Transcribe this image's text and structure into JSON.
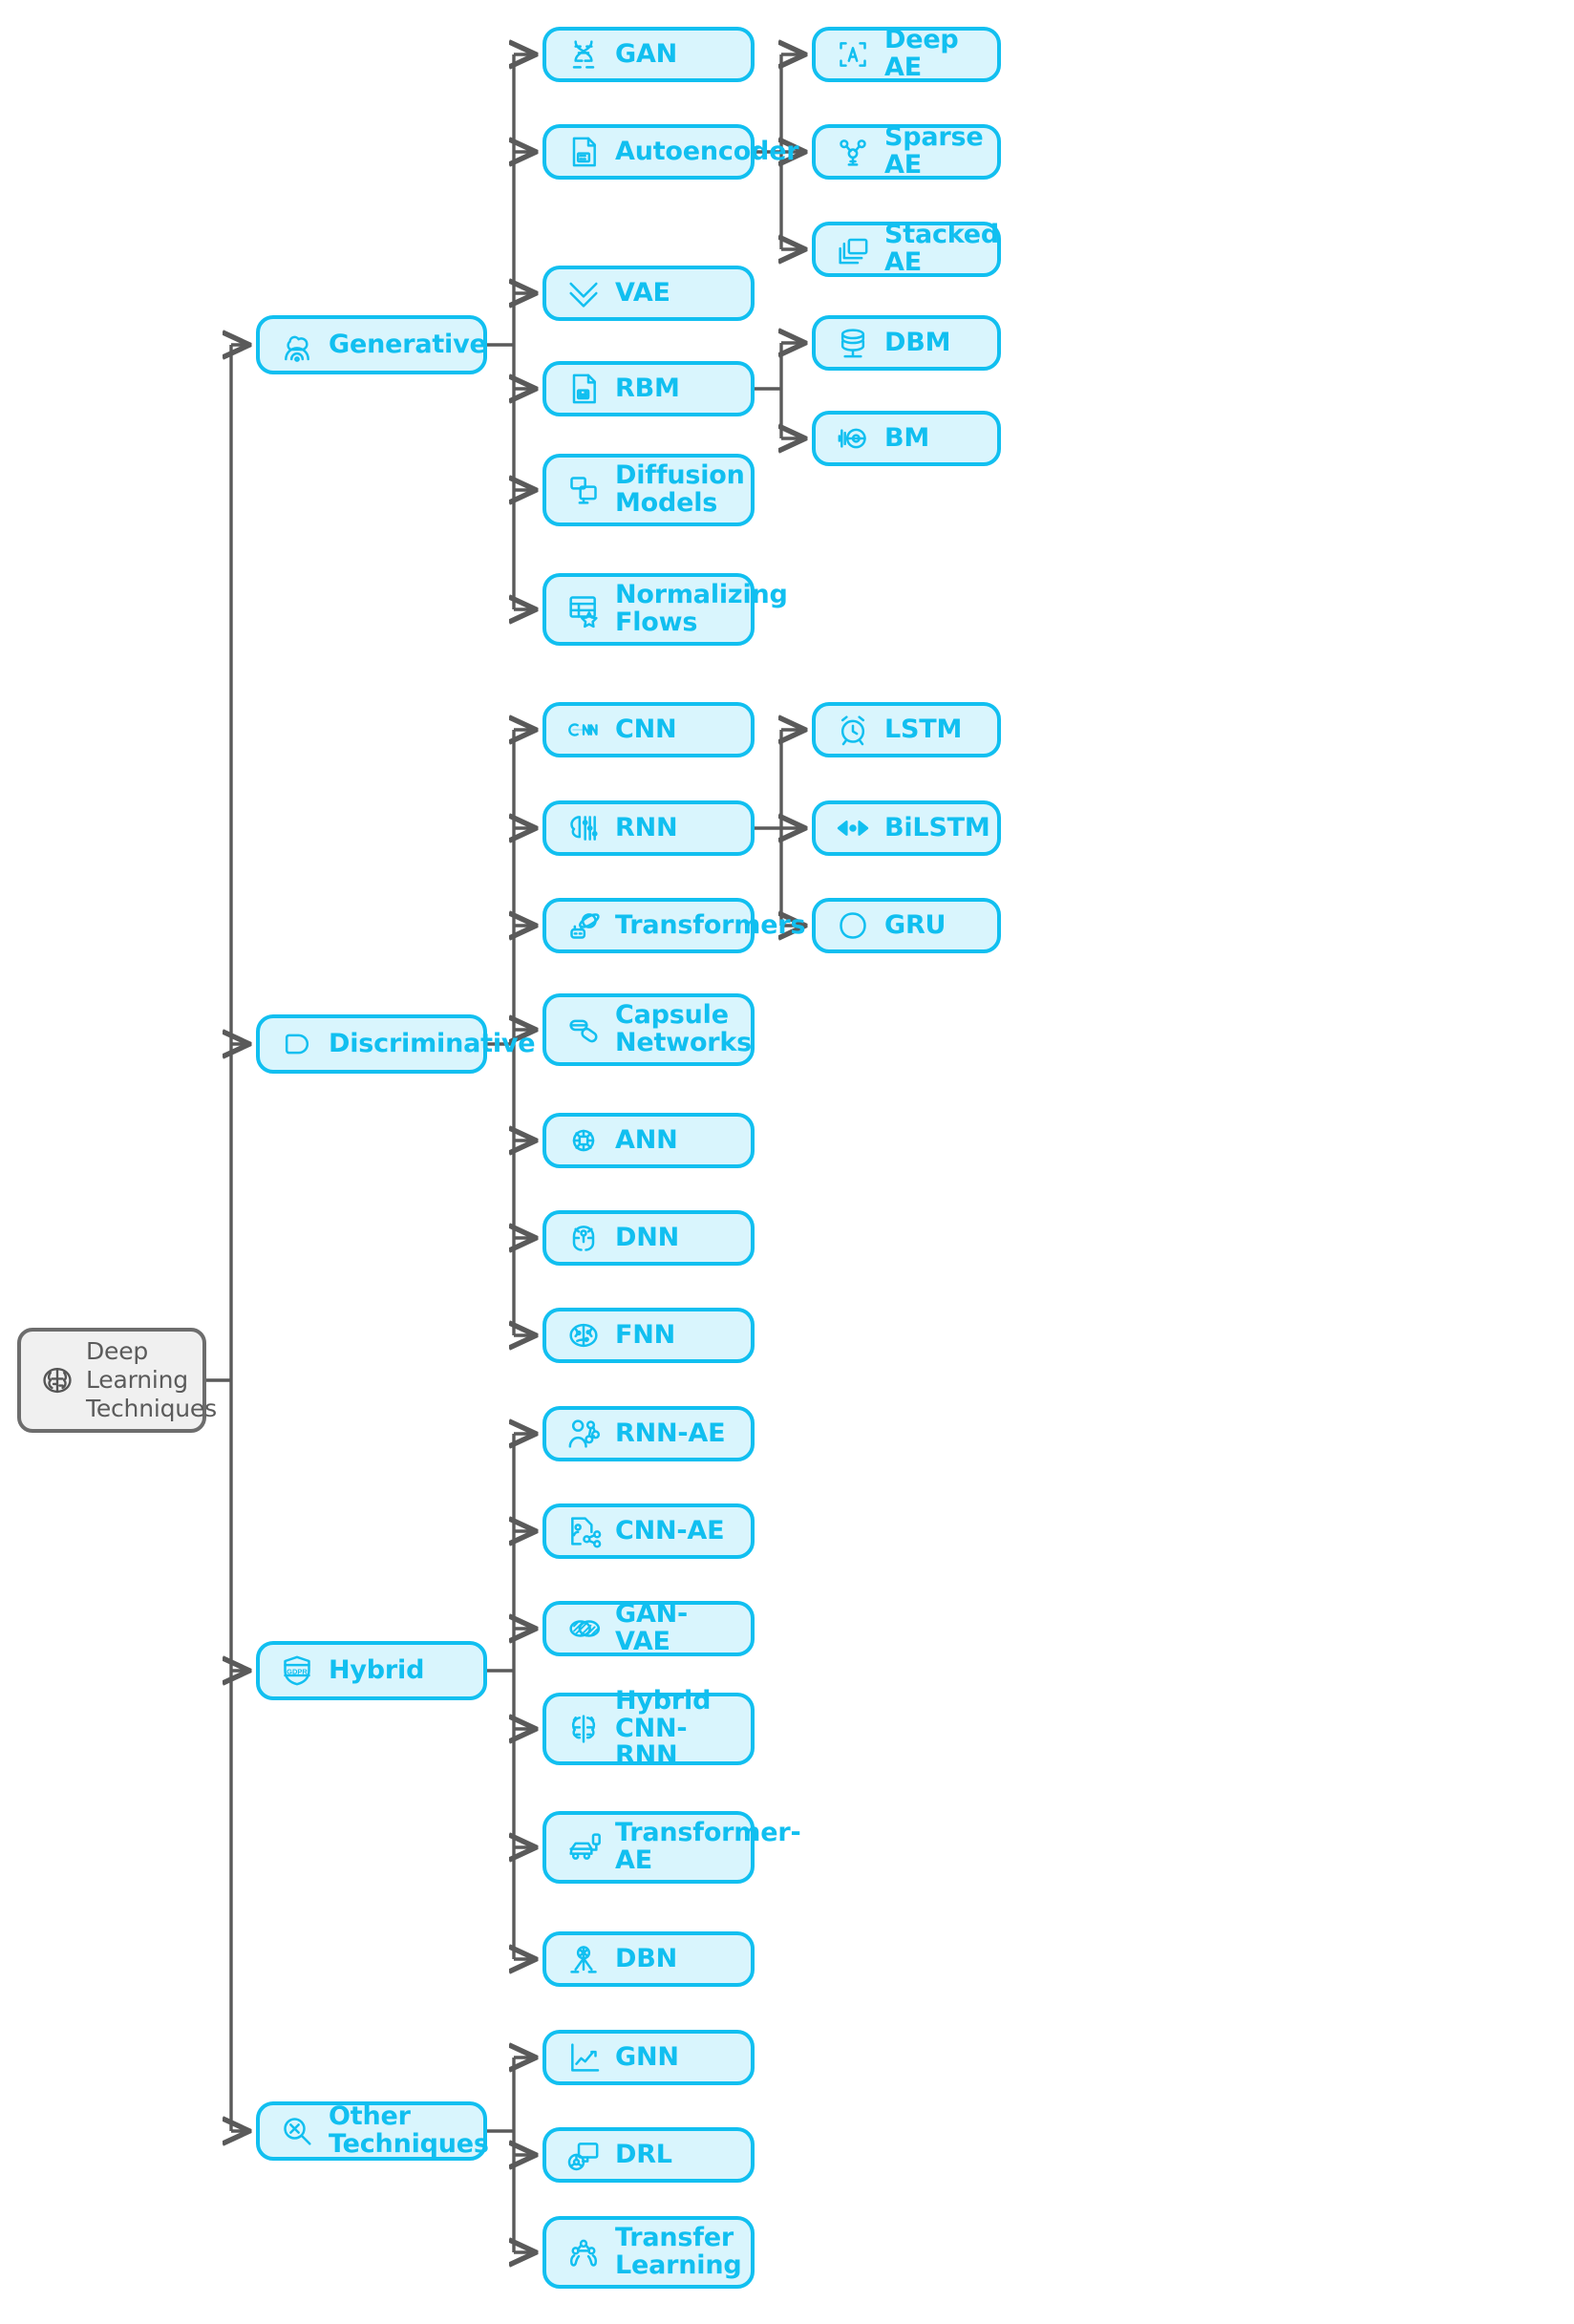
{
  "theme": {
    "accent": "#11bff0",
    "node_fill": "#d9f5fd",
    "root_border": "#6d6d6d",
    "root_fill": "#f0f0f0",
    "root_text": "#5b5b5b",
    "link_color": "#5a5a5a",
    "background": "#ffffff"
  },
  "diagram": {
    "type": "tree",
    "orientation": "left-to-right",
    "root": {
      "id": "root",
      "label": "Deep\nLearning\nTechniques",
      "icon": "brain-icon"
    },
    "branches": [
      {
        "id": "generative",
        "label": "Generative",
        "icon": "cloud-network-icon",
        "children": [
          {
            "id": "gan",
            "label": "GAN",
            "icon": "dna-helix-icon",
            "children": []
          },
          {
            "id": "autoencoder",
            "label": "Autoencoder",
            "icon": "zip-file-icon",
            "children": [
              {
                "id": "deep-ae",
                "label": "Deep AE",
                "icon": "scan-letter-a-icon"
              },
              {
                "id": "sparse-ae",
                "label": "Sparse AE",
                "icon": "sparse-network-icon"
              },
              {
                "id": "stacked-ae",
                "label": "Stacked AE",
                "icon": "stacked-layers-icon"
              }
            ]
          },
          {
            "id": "vae",
            "label": "VAE",
            "icon": "double-chevron-down-icon",
            "children": []
          },
          {
            "id": "rbm",
            "label": "RBM",
            "icon": "rb-file-icon",
            "children": [
              {
                "id": "dbm",
                "label": "DBM",
                "icon": "database-stack-icon"
              },
              {
                "id": "bm",
                "label": "BM",
                "icon": "eye-circuit-icon"
              }
            ]
          },
          {
            "id": "diffusion-models",
            "label": "Diffusion\nModels",
            "icon": "overlapping-screens-icon",
            "children": []
          },
          {
            "id": "normalizing-flows",
            "label": "Normalizing\nFlows",
            "icon": "table-star-icon",
            "children": []
          }
        ]
      },
      {
        "id": "discriminative",
        "label": "Discriminative",
        "icon": "capsule-shape-icon",
        "children": [
          {
            "id": "cnn",
            "label": "CNN",
            "icon": "cnn-logo-icon",
            "children": []
          },
          {
            "id": "rnn",
            "label": "RNN",
            "icon": "brain-circuit-icon",
            "children": [
              {
                "id": "lstm",
                "label": "LSTM",
                "icon": "alarm-clock-icon"
              },
              {
                "id": "bilstm",
                "label": "BiLSTM",
                "icon": "bidirectional-arrows-icon"
              },
              {
                "id": "gru",
                "label": "GRU",
                "icon": "blob-circle-icon"
              }
            ]
          },
          {
            "id": "transformers",
            "label": "Transformers",
            "icon": "robot-molecule-icon",
            "children": []
          },
          {
            "id": "capsule-networks",
            "label": "Capsule\nNetworks",
            "icon": "pills-capsule-icon",
            "children": []
          },
          {
            "id": "ann",
            "label": "ANN",
            "icon": "brain-chip-icon",
            "children": []
          },
          {
            "id": "dnn",
            "label": "DNN",
            "icon": "brain-node-icon",
            "children": []
          },
          {
            "id": "fnn",
            "label": "FNN",
            "icon": "brain-mesh-icon",
            "children": []
          }
        ]
      },
      {
        "id": "hybrid",
        "label": "Hybrid",
        "icon": "gdpr-shield-icon",
        "children": [
          {
            "id": "rnn-ae",
            "label": "RNN-AE",
            "icon": "person-network-icon",
            "children": []
          },
          {
            "id": "cnn-ae",
            "label": "CNN-AE",
            "icon": "document-share-icon",
            "children": []
          },
          {
            "id": "gan-vae",
            "label": "GAN-VAE",
            "icon": "hatched-ellipses-icon",
            "children": []
          },
          {
            "id": "hybrid-cnn-rnn",
            "label": "Hybrid CNN-\nRNN",
            "icon": "split-brain-icon",
            "children": []
          },
          {
            "id": "transformer-ae",
            "label": "Transformer-\nAE",
            "icon": "car-charger-icon",
            "children": []
          },
          {
            "id": "dbn",
            "label": "DBN",
            "icon": "network-tree-icon",
            "children": []
          }
        ]
      },
      {
        "id": "other-techniques",
        "label": "Other\nTechniques",
        "icon": "search-x-icon",
        "children": [
          {
            "id": "gnn",
            "label": "GNN",
            "icon": "line-chart-icon",
            "children": []
          },
          {
            "id": "drl",
            "label": "DRL",
            "icon": "monitor-wheel-icon",
            "children": []
          },
          {
            "id": "transfer-learning",
            "label": "Transfer\nLearning",
            "icon": "hands-network-icon",
            "children": []
          }
        ]
      }
    ]
  }
}
